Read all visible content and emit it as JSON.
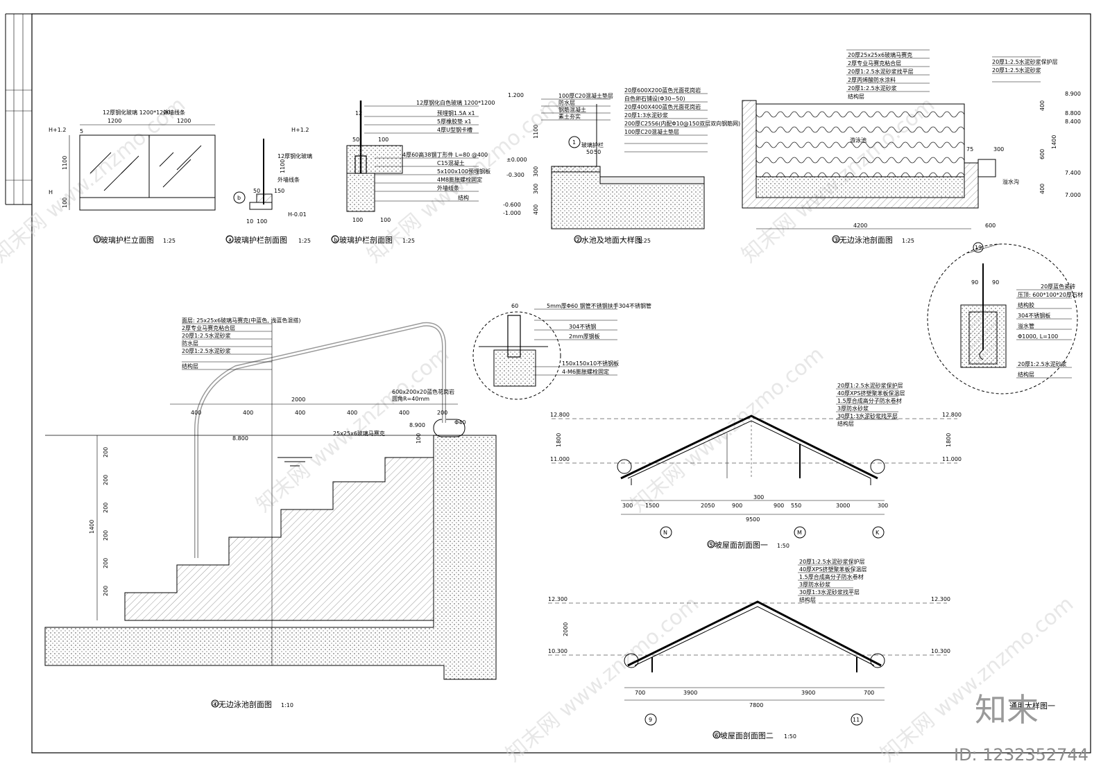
{
  "drawings": {
    "d1": {
      "caption": "①玻璃护栏立面图",
      "scale": "1:25",
      "labels": [
        "12厚钢化玻璃 1200*1200",
        "外墙线条",
        "H+1.2",
        "H",
        "1200",
        "1200",
        "1100",
        "100",
        "5"
      ]
    },
    "da": {
      "caption": "ⓐ玻璃护栏剖面图",
      "scale": "1:25",
      "labels": [
        "H+1.2",
        "12厚钢化玻璃",
        "外墙线条",
        "1100",
        "150",
        "50",
        "100",
        "10",
        "H-0.01",
        "b"
      ]
    },
    "db": {
      "caption": "ⓑ玻璃护栏剖面图",
      "scale": "1:25",
      "labels": [
        "12厚钢化白色玻璃 1200*1200",
        "预埋钢1.5A x1",
        "5厚橡胶垫 x1",
        "4厚U型钢卡槽",
        "4厚60高38钢丁形件 L=80 @400",
        "C15混凝土",
        "5x100x100预埋钢板",
        "4M8膨胀螺栓固定",
        "外墙线条",
        "结构",
        "12",
        "50",
        "100",
        "100",
        "100"
      ]
    },
    "d2": {
      "caption": "②水池及地面大样图",
      "scale": "1:25",
      "labels": [
        "1.200",
        "±0.000",
        "-0.300",
        "-0.600",
        "-1.000",
        "1100",
        "300",
        "300",
        "400",
        "50",
        "50",
        "玻璃护栏",
        "1",
        "20厚600X200蓝色光面花岗岩",
        "100厚C20混凝土垫层",
        "白色卵石铺设(Φ30~50)",
        "20厚400X400蓝色光面花岗岩",
        "20厚1:3水泥砂浆",
        "200厚C25S6(内配Φ10@150双层双向钢筋网)",
        "100厚C20混凝土垫层",
        "防水层",
        "钢筋混凝土",
        "素土夯实"
      ]
    },
    "d3": {
      "caption": "③无边泳池剖面图",
      "scale": "1:25",
      "labels": [
        "20厚25x25x6玻璃马赛克",
        "2厚专业马赛克粘合层",
        "20厚1:2.5水泥砂浆找平层",
        "2厚丙烯酸防水涂料",
        "20厚1:2.5水泥砂浆",
        "结构层",
        "20厚1:2.5水泥砂浆保护层",
        "20厚1:2.5水泥砂浆",
        "游泳池",
        "溢水沟",
        "8.900",
        "8.800",
        "8.400",
        "7.400",
        "7.000",
        "600",
        "400",
        "400",
        "1400",
        "4200",
        "600",
        "300",
        "75",
        "19"
      ]
    },
    "d19": {
      "caption": "19",
      "labels": [
        "90",
        "90",
        "20厚蓝色瓷砖",
        "压顶: 600*100*20厚石材",
        "结构胶",
        "304不锈钢板",
        "溢水管",
        "Φ1000, L=100",
        "20厚1:2.5水泥砂浆",
        "结构层"
      ]
    },
    "d4": {
      "caption": "④无边泳池剖面图",
      "scale": "1:10",
      "labels": [
        "面层: 25x25x6玻璃马赛克(中蓝色, 浅蓝色混搭)",
        "2厚专业马赛克粘合层",
        "20厚1:2.5水泥砂浆",
        "防水层",
        "20厚1:2.5水泥砂浆",
        "结构层",
        "2000",
        "400",
        "400",
        "400",
        "400",
        "400",
        "200",
        "8.800",
        "8.900",
        "1400",
        "200",
        "200",
        "200",
        "200",
        "200",
        "200",
        "100",
        "25x25x6玻璃马赛克",
        "600x200x20蓝色花岗岩",
        "圆角R=40mm",
        "Φ40",
        "5mm厚Φ60 钢管不锈钢扶手304不锈钢管",
        "304不锈钢",
        "2mm厚钢板",
        "150x150x10不锈钢板",
        "4-M6膨胀螺栓固定",
        "60"
      ]
    },
    "d5": {
      "caption": "⑤坡屋面剖面图一",
      "scale": "1:50",
      "labels": [
        "12.800",
        "11.000",
        "12.800",
        "11.000",
        "1800",
        "1800",
        "300",
        "1500",
        "2050",
        "900",
        "900",
        "550",
        "3000",
        "300",
        "300",
        "9500",
        "N",
        "M",
        "K",
        "20厚1:2.5水泥砂浆保护层",
        "40厚XPS挤塑聚苯板保温层",
        "1.5厚合成高分子防水卷材",
        "3厚防水砂浆",
        "30厚1:3水泥砂浆找平层",
        "结构层"
      ]
    },
    "d6": {
      "caption": "⑥坡屋面剖面图二",
      "scale": "1:50",
      "labels": [
        "12.300",
        "10.300",
        "12.300",
        "10.300",
        "2000",
        "700",
        "3900",
        "3900",
        "700",
        "7800",
        "9",
        "11",
        "20厚1:2.5水泥砂浆保护层",
        "40厚XPS挤塑聚苯板保温层",
        "1.5厚合成高分子防水卷材",
        "3厚防水砂浆",
        "30厚1:3水泥砂浆找平层",
        "结构层"
      ]
    }
  },
  "sheet": {
    "title": "通用大样图一",
    "brand": "知末",
    "id_text": "ID: 1232352744",
    "watermark": "知末网 www.znzmo.com"
  }
}
